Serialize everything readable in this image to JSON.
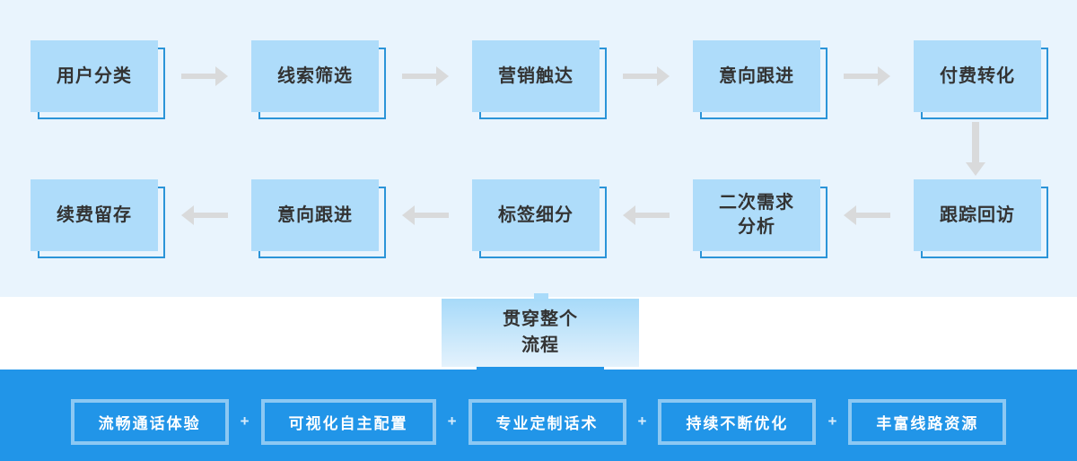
{
  "palette": {
    "light_section_bg": "#e9f4fd",
    "flow_box_fill": "#aedcfa",
    "flow_box_outline": "#2b94d8",
    "flow_box_text": "#333333",
    "arrow": "#d9dadb",
    "center_note_gradient_top": "#a7daf9",
    "center_note_gradient_bottom": "#e4f2fc",
    "band_bg": "#2195e8",
    "band_box_border": "#8cc8f3",
    "band_text": "#ffffff"
  },
  "flow": {
    "row1": [
      {
        "id": "user-classification",
        "lines": [
          "用户分类"
        ]
      },
      {
        "id": "lead-screening",
        "lines": [
          "线索筛选"
        ]
      },
      {
        "id": "marketing-reach",
        "lines": [
          "营销触达"
        ]
      },
      {
        "id": "intent-follow-up",
        "lines": [
          "意向跟进"
        ]
      },
      {
        "id": "paid-conversion",
        "lines": [
          "付费转化"
        ]
      }
    ],
    "row1_direction": "right",
    "row2": [
      {
        "id": "renewal-retention",
        "lines": [
          "续费留存"
        ]
      },
      {
        "id": "intent-follow-up-2",
        "lines": [
          "意向跟进"
        ]
      },
      {
        "id": "tag-segmentation",
        "lines": [
          "标签细分"
        ]
      },
      {
        "id": "secondary-demand-analysis",
        "lines": [
          "二次需求",
          "分析"
        ]
      },
      {
        "id": "follow-up-visit",
        "lines": [
          "跟踪回访"
        ]
      }
    ],
    "row2_direction": "left",
    "center_note": {
      "lines": [
        "贯穿整个",
        "流程"
      ]
    }
  },
  "band": {
    "separator": "+",
    "items": [
      "流畅通话体验",
      "可视化自主配置",
      "专业定制话术",
      "持续不断优化",
      "丰富线路资源"
    ]
  }
}
